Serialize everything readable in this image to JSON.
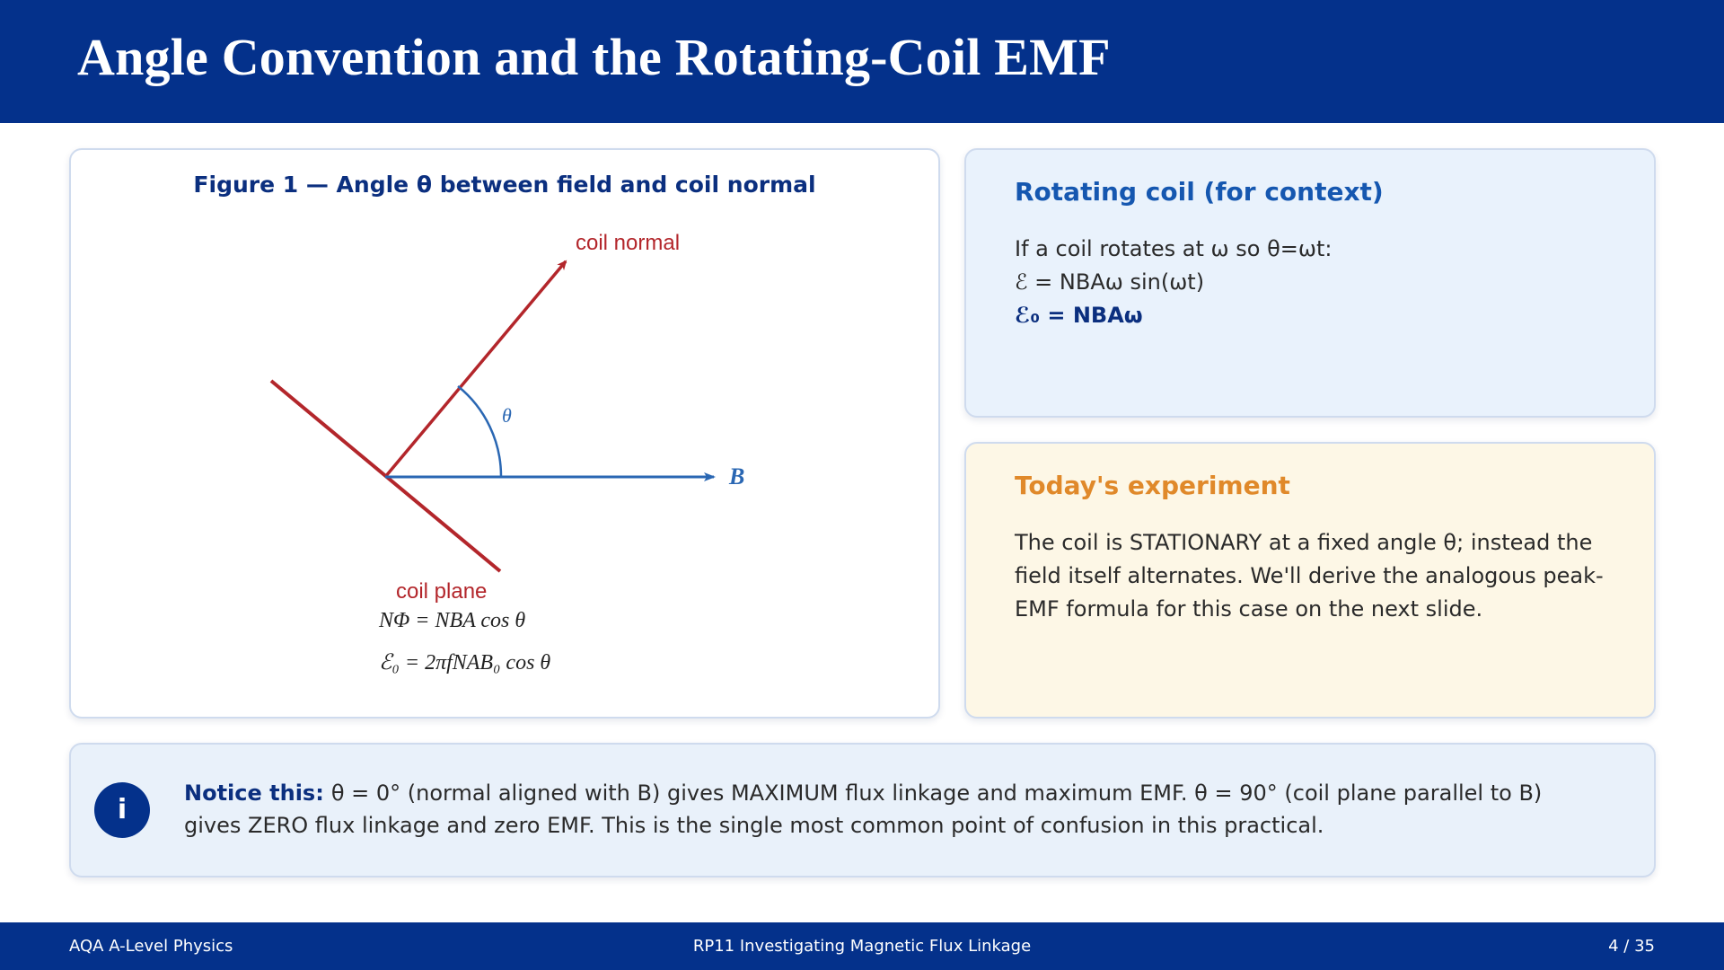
{
  "header": {
    "title": "Angle Convention and the Rotating-Coil EMF"
  },
  "figure": {
    "title": "Figure 1 — Angle θ between field and coil normal",
    "labels": {
      "coil_normal": "coil normal",
      "coil_plane": "coil plane",
      "angle": "θ",
      "field": "B"
    },
    "equations": {
      "flux_linkage": "NΦ = NBA cos θ",
      "peak_emf": "ℰ₀ = 2πfNAB₀ cos θ"
    },
    "colors": {
      "coil": "#b3262b",
      "field": "#2a67b3"
    }
  },
  "rotating_coil": {
    "heading": "Rotating coil (for context)",
    "lines": [
      "If a coil rotates at ω so θ=ωt:",
      "ℰ = NBAω sin(ωt)",
      "ℰ₀ = NBAω"
    ]
  },
  "experiment": {
    "heading": "Today's experiment",
    "lines": [
      "The coil is STATIONARY at a fixed angle θ; instead the",
      "field itself alternates. We'll derive the analogous peak-",
      "EMF formula for this case on the next slide."
    ]
  },
  "notice": {
    "icon": "i",
    "label": "Notice this:",
    "text": "θ = 0° (normal aligned with B) gives MAXIMUM flux linkage and maximum EMF. θ = 90° (coil plane parallel to B) gives ZERO flux linkage and zero EMF. This is the single most common point of confusion in this practical."
  },
  "footer": {
    "left": "AQA A-Level Physics",
    "center": "RP11  Investigating Magnetic Flux Linkage",
    "right": "4 / 35"
  },
  "colors": {
    "brand": "#04318b",
    "accent_blue": "#1557b0",
    "accent_orange": "#e0892a"
  }
}
